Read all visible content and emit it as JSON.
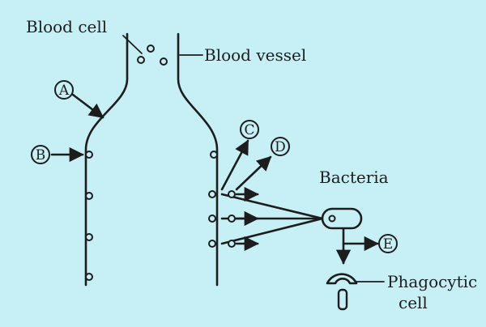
{
  "labels": {
    "blood_cell": "Blood cell",
    "blood_vessel": "Blood vessel",
    "bacteria": "Bacteria",
    "phagocytic_line1": "Phagocytic",
    "phagocytic_line2": "cell"
  },
  "markers": {
    "a": "A",
    "b": "B",
    "c": "C",
    "d": "D",
    "e": "E"
  },
  "colors": {
    "background": "#c6f0f5",
    "ink": "#1d1d1d"
  }
}
